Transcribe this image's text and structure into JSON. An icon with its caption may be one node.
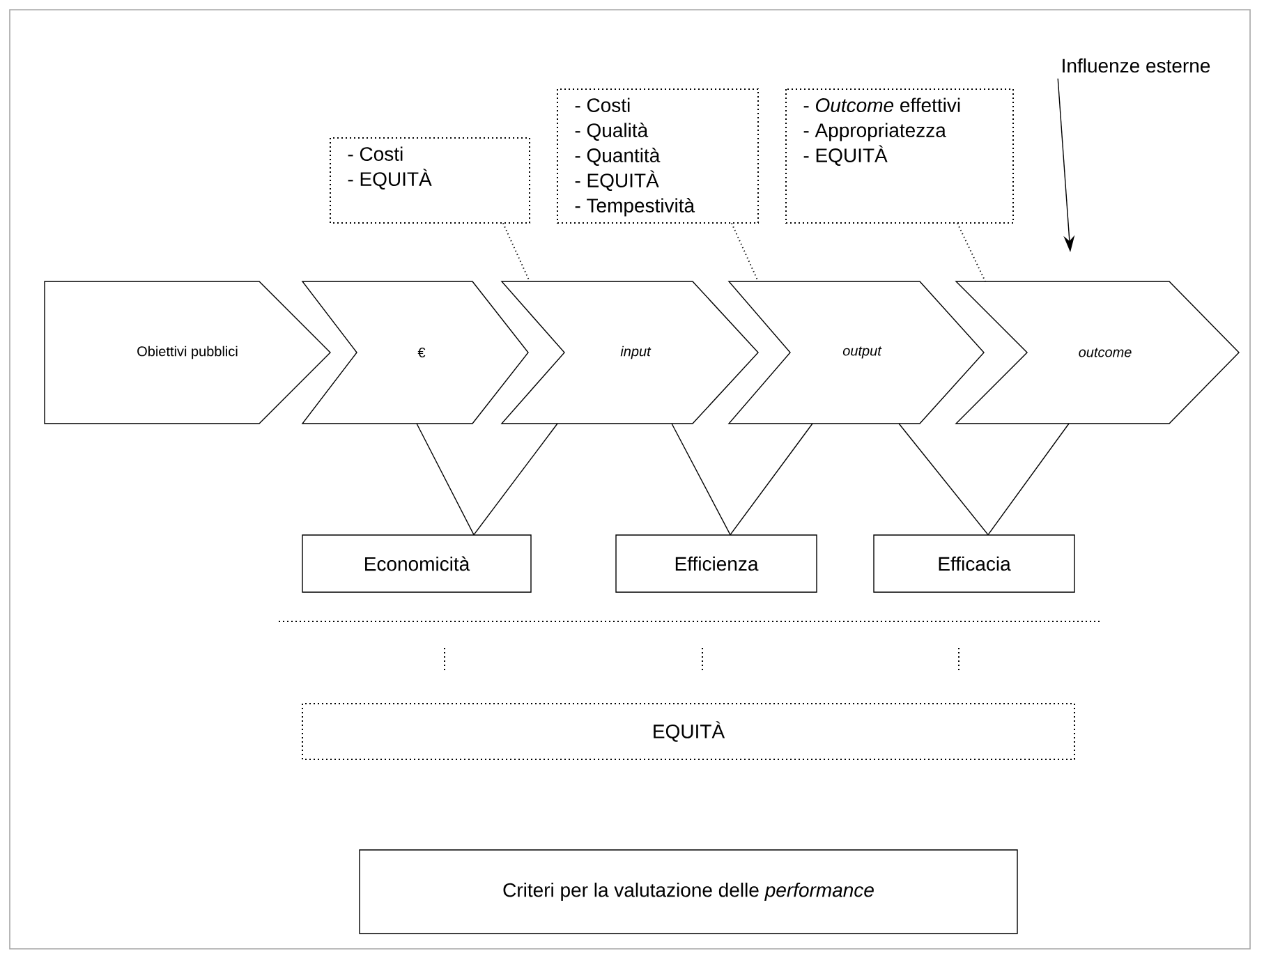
{
  "diagram": {
    "nodes": [
      {
        "text": [
          "Obiettivi pubblici"
        ]
      },
      {
        "text": [
          "€"
        ]
      },
      {
        "text": [
          "input"
        ]
      },
      {
        "text": [
          "output"
        ]
      },
      {
        "text": [
          "outcome"
        ]
      },
      {
        "text": [
          "- Costi",
          "- EQUITÀ"
        ]
      },
      {
        "text": [
          "- Costi",
          "- Qualità",
          "- Quantità",
          "- EQUITÀ",
          "- Tempestività"
        ]
      },
      {
        "text": [
          "- *Outcome* effettivi",
          "- Appropriatezza",
          "- EQUITÀ"
        ]
      },
      {
        "text": [
          "Economicità"
        ]
      },
      {
        "text": [
          "Efficienza"
        ]
      },
      {
        "text": [
          "Efficacia"
        ]
      },
      {
        "text": [
          "EQUITÀ"
        ]
      },
      {
        "text": [
          "Criteri per la valutazione delle *performance*"
        ]
      },
      {
        "text": [
          "Influenze esterne"
        ]
      }
    ],
    "edges": [
      {
        "from": 5,
        "to": 2,
        "arrow": "none",
        "style": "dashed"
      },
      {
        "from": 6,
        "to": 3,
        "arrow": "none",
        "style": "dashed"
      },
      {
        "from": 7,
        "to": 4,
        "arrow": "none",
        "style": "dashed"
      },
      {
        "from": 1,
        "to": 8,
        "arrow": "none"
      },
      {
        "from": 2,
        "to": 8,
        "arrow": "none"
      },
      {
        "from": 2,
        "to": 9,
        "arrow": "none"
      },
      {
        "from": 3,
        "to": 9,
        "arrow": "none"
      },
      {
        "from": 3,
        "to": 10,
        "arrow": "none"
      },
      {
        "from": 4,
        "to": 10,
        "arrow": "none"
      },
      {
        "from": 13,
        "to": 4,
        "arrow": "to"
      }
    ]
  }
}
